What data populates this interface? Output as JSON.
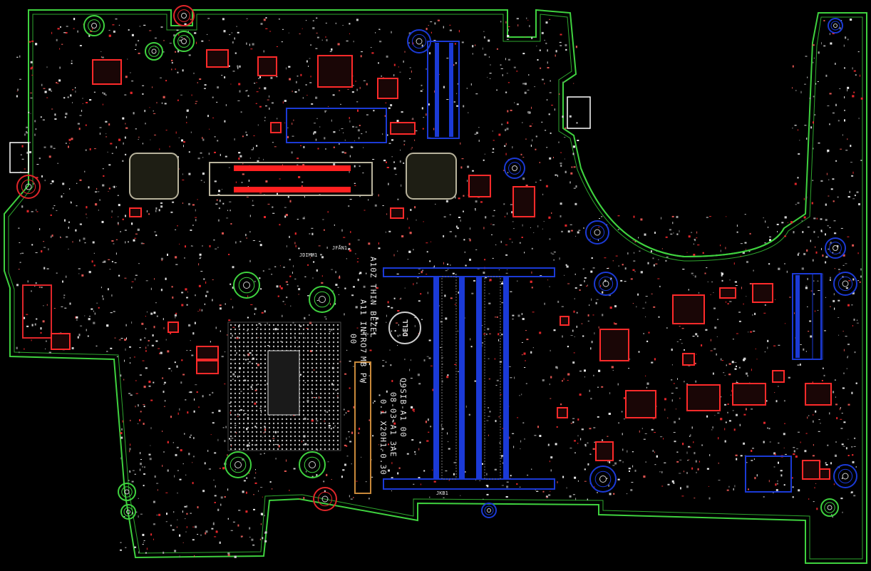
{
  "board": {
    "silkscreen_lines": [
      "A10Z THIN BEZEL",
      "A11 INTRO7",
      "00",
      "MB PW",
      "08-03-A1 3AE",
      "0.1 X20H1-0.30",
      "Q9SIB-A1 00"
    ],
    "conn_labels": [
      "JFAN1",
      "JKB1",
      "JDIMM1"
    ],
    "logo_text": "DELL"
  },
  "colors": {
    "background": "#000000",
    "outline": "#3fd23f",
    "copper_top": "#e0262a",
    "copper_bottom": "#1b3ad6",
    "silk": "#e8e8e8",
    "ground_pad": "#b8b39c",
    "connector": "#ff2a2a",
    "gold": "#c8893a"
  }
}
